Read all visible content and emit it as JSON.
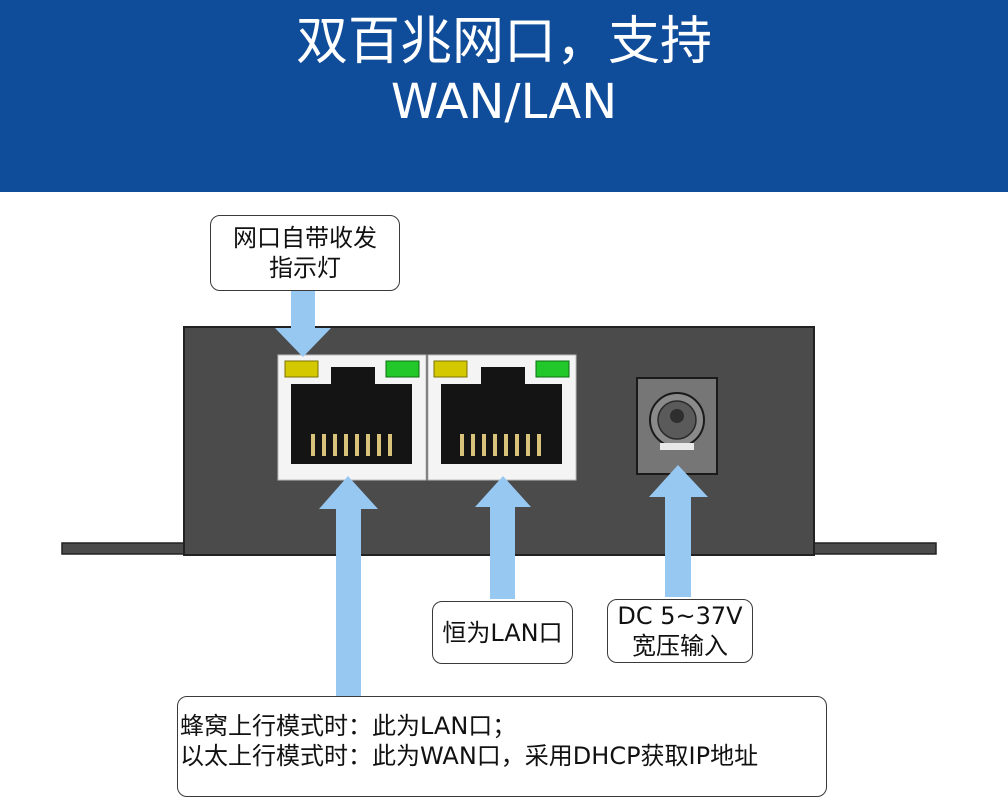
{
  "colors": {
    "banner_bg": "#0f4c9a",
    "banner_text": "#ffffff",
    "device_body": "#4b4b4b",
    "device_edge": "#222222",
    "port_frame": "#f4f4f4",
    "led_left": "#d4c800",
    "led_right": "#22c82a",
    "contact_pins": "#d9c37a",
    "arrow_fill": "#97c8f2"
  },
  "header": {
    "title_line1": "双百兆网口，支持",
    "title_line2": "WAN/LAN"
  },
  "callouts": {
    "indicator": {
      "line1": "网口自带收发",
      "line2": "指示灯"
    },
    "lan_port": {
      "line1": "恒为LAN口"
    },
    "power": {
      "line1": "DC 5~37V",
      "line2": "宽压输入"
    },
    "wan_lan_mode": {
      "line1": "蜂窝上行模式时：此为LAN口；",
      "line2": "以太上行模式时：此为WAN口，采用DHCP获取IP地址"
    }
  },
  "device": {
    "ports": [
      "rj45-port-1",
      "rj45-port-2"
    ],
    "power_jack": "dc-power-jack"
  }
}
